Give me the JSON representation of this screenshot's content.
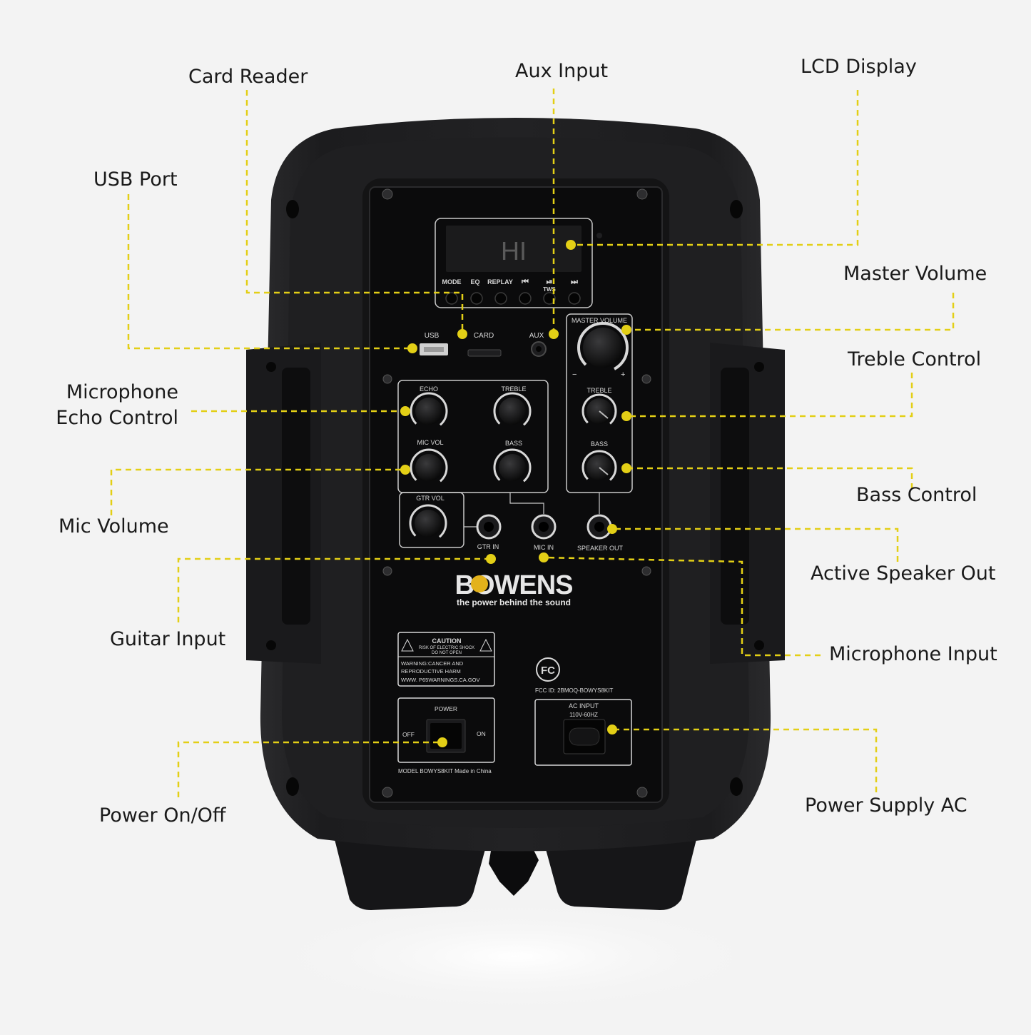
{
  "callouts": {
    "card_reader": "Card Reader",
    "aux_input": "Aux Input",
    "lcd_display": "LCD Display",
    "usb_port": "USB Port",
    "master_volume": "Master Volume",
    "mic_echo_line1": "Microphone",
    "mic_echo_line2": "Echo Control",
    "treble_control": "Treble Control",
    "mic_volume": "Mic Volume",
    "bass_control": "Bass Control",
    "active_speaker_out": "Active Speaker Out",
    "guitar_input": "Guitar Input",
    "microphone_input": "Microphone Input",
    "power_on_off": "Power On/Off",
    "power_supply_ac": "Power Supply AC"
  },
  "panel": {
    "lcd_text": "HI",
    "buttons": [
      "MODE",
      "EQ",
      "REPLAY",
      "⏮",
      "⏯",
      "⏭"
    ],
    "tws": "TWS",
    "usb": "USB",
    "card": "CARD",
    "aux": "AUX",
    "master_volume": "MASTER VOLUME",
    "echo": "ECHO",
    "treble": "TREBLE",
    "mic_vol": "MIC VOL",
    "bass": "BASS",
    "gtr_vol": "GTR VOL",
    "gtr_in": "GTR IN",
    "mic_in": "MIC IN",
    "speaker_out": "SPEAKER OUT",
    "minus": "−",
    "plus": "+",
    "brand": "BOWENS",
    "tagline": "the power behind the sound",
    "caution_title": "CAUTION",
    "caution_line1": "RISK OF ELECTRIC SHOCK",
    "caution_line2": "DO NOT OPEN",
    "warning_line1": "WARNING:CANCER AND",
    "warning_line2": "REPRODUCTIVE HARM",
    "warning_line3": "WWW. P65WARNINGS.CA.GOV",
    "fcc_logo": "FC",
    "fcc_id": "FCC ID:   2BMOQ-BOWYS8KIT",
    "power": "POWER",
    "off": "OFF",
    "on": "ON",
    "ac_input": "AC INPUT",
    "ac_rating": "110V-60HZ",
    "model": "MODEL  BOWYS8KIT   Made in China"
  },
  "colors": {
    "accent": "#e3cf16",
    "background": "#f3f3f3",
    "cabinet": "#1d1d1f",
    "panel": "#0b0b0c",
    "panel_text": "#d8d8d8"
  }
}
